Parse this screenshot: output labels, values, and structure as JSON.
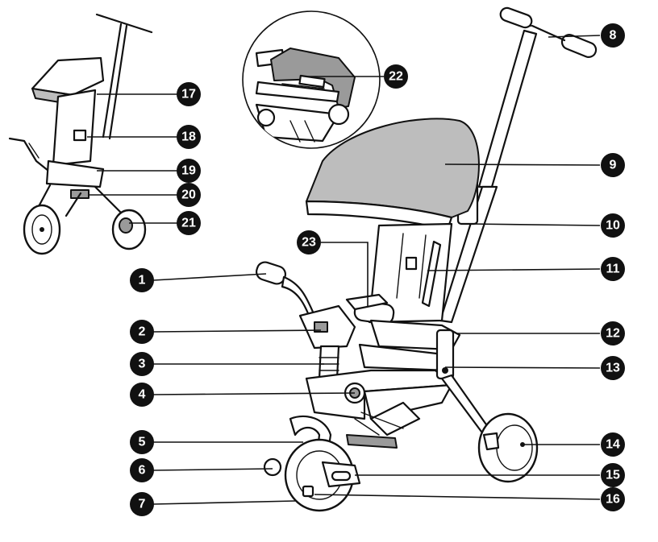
{
  "callouts": [
    {
      "id": "callout-1",
      "number": "1"
    },
    {
      "id": "callout-2",
      "number": "2"
    },
    {
      "id": "callout-3",
      "number": "3"
    },
    {
      "id": "callout-4",
      "number": "4"
    },
    {
      "id": "callout-5",
      "number": "5"
    },
    {
      "id": "callout-6",
      "number": "6"
    },
    {
      "id": "callout-7",
      "number": "7"
    },
    {
      "id": "callout-8",
      "number": "8"
    },
    {
      "id": "callout-9",
      "number": "9"
    },
    {
      "id": "callout-10",
      "number": "10"
    },
    {
      "id": "callout-11",
      "number": "11"
    },
    {
      "id": "callout-12",
      "number": "12"
    },
    {
      "id": "callout-13",
      "number": "13"
    },
    {
      "id": "callout-14",
      "number": "14"
    },
    {
      "id": "callout-15",
      "number": "15"
    },
    {
      "id": "callout-16",
      "number": "16"
    },
    {
      "id": "callout-17",
      "number": "17"
    },
    {
      "id": "callout-18",
      "number": "18"
    },
    {
      "id": "callout-19",
      "number": "19"
    },
    {
      "id": "callout-20",
      "number": "20"
    },
    {
      "id": "callout-21",
      "number": "21"
    },
    {
      "id": "callout-22",
      "number": "22"
    },
    {
      "id": "callout-23",
      "number": "23"
    }
  ],
  "colors": {
    "ink": "#111111",
    "shade": "#9a9a9a",
    "background": "#ffffff"
  }
}
